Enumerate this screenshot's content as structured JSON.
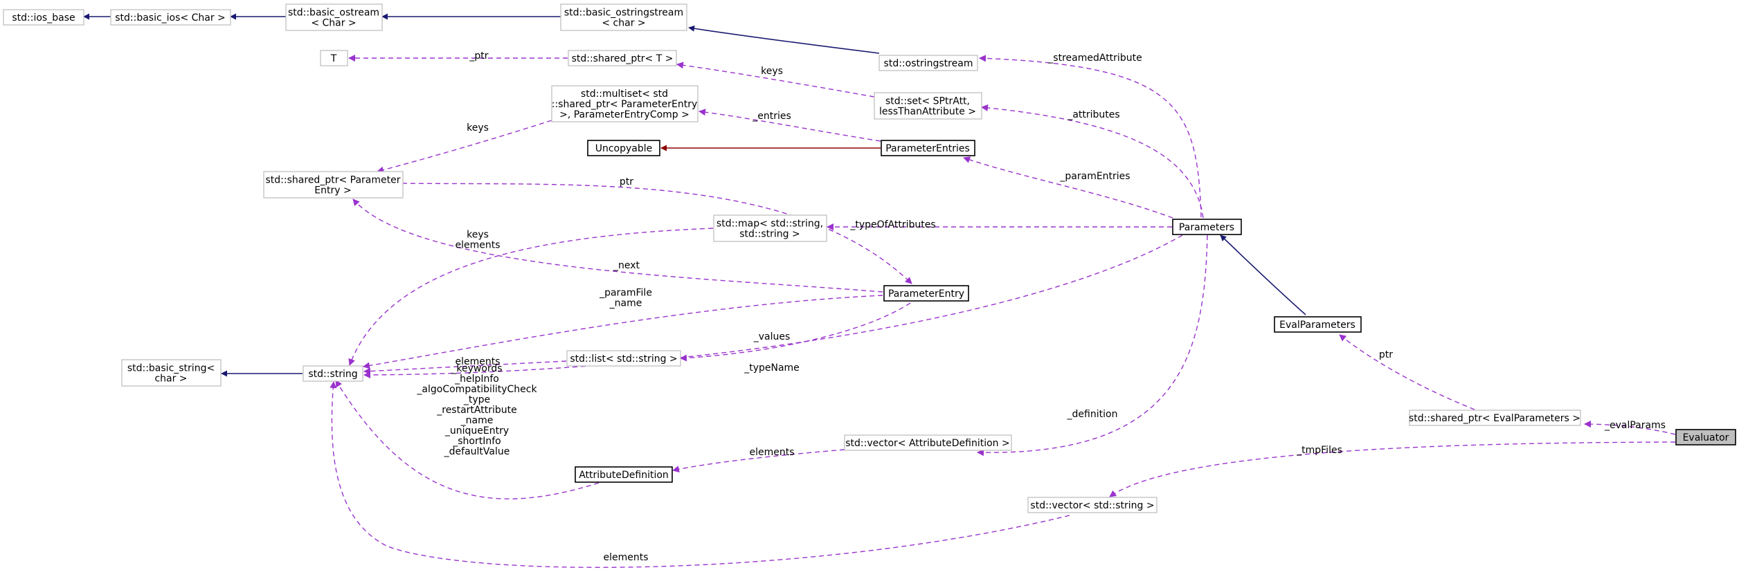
{
  "nodes": {
    "ios_base": [
      "std::ios_base"
    ],
    "basic_ios": [
      "std::basic_ios< Char >"
    ],
    "basic_ostream": [
      "std::basic_ostream",
      "< Char >"
    ],
    "basic_ostringstream": [
      "std::basic_ostringstream",
      "< char >"
    ],
    "ostringstream": [
      "std::ostringstream"
    ],
    "T": [
      "T"
    ],
    "shared_ptr_T": [
      "std::shared_ptr< T >"
    ],
    "set": [
      "std::set< SPtrAtt,",
      "lessThanAttribute >"
    ],
    "multiset": [
      "std::multiset< std",
      "::shared_ptr< ParameterEntry",
      ">, ParameterEntryComp >"
    ],
    "uncopyable": [
      "Uncopyable"
    ],
    "param_entries": [
      "ParameterEntries"
    ],
    "shared_ptr_pe": [
      "std::shared_ptr< Parameter",
      "Entry >"
    ],
    "map": [
      "std::map< std::string,",
      "std::string >"
    ],
    "parameters": [
      "Parameters"
    ],
    "param_entry": [
      "ParameterEntry"
    ],
    "eval_params": [
      "EvalParameters"
    ],
    "basic_string": [
      "std::basic_string<",
      "char >"
    ],
    "string": [
      "std::string"
    ],
    "list": [
      "std::list< std::string >"
    ],
    "vec_attr": [
      "std::vector< AttributeDefinition >"
    ],
    "shared_ptr_ep": [
      "std::shared_ptr< EvalParameters >"
    ],
    "evaluator": [
      "Evaluator"
    ],
    "attr_def": [
      "AttributeDefinition"
    ],
    "vec_string": [
      "std::vector< std::string >"
    ]
  },
  "edge_labels": {
    "ptr_T": [
      "_ptr"
    ],
    "keys_set": [
      "keys"
    ],
    "streamed": [
      "_streamedAttribute"
    ],
    "keys_multiset": [
      "keys"
    ],
    "entries": [
      "_entries"
    ],
    "attributes": [
      "_attributes"
    ],
    "ptr_pe": [
      "ptr"
    ],
    "param_entries": [
      "_paramEntries"
    ],
    "keys_elements": [
      "keys",
      "elements"
    ],
    "type_of_attrs": [
      "_typeOfAttributes"
    ],
    "next": [
      "_next"
    ],
    "paramfile_name": [
      "_paramFile",
      "_name"
    ],
    "values": [
      "_values"
    ],
    "elements_list": [
      "elements"
    ],
    "typename": [
      "_typeName"
    ],
    "ptr_ep": [
      "ptr"
    ],
    "definition": [
      "_definition"
    ],
    "eval_params": [
      "_evalParams"
    ],
    "tmpfiles": [
      "_tmpFiles"
    ],
    "elements_vec_attr": [
      "elements"
    ],
    "attr_fields": [
      "_keywords",
      "_helpInfo",
      "_algoCompatibilityCheck",
      "_type",
      "_restartAttribute",
      "_name",
      "_uniqueEntry",
      "_shortInfo",
      "_defaultValue"
    ],
    "elements_vec_string": [
      "elements"
    ]
  },
  "colors": {
    "inheritance": "#191970",
    "usage": "#9a32cd",
    "private_inheritance": "#8b0000",
    "focus_fill": "#bfbfbf"
  }
}
